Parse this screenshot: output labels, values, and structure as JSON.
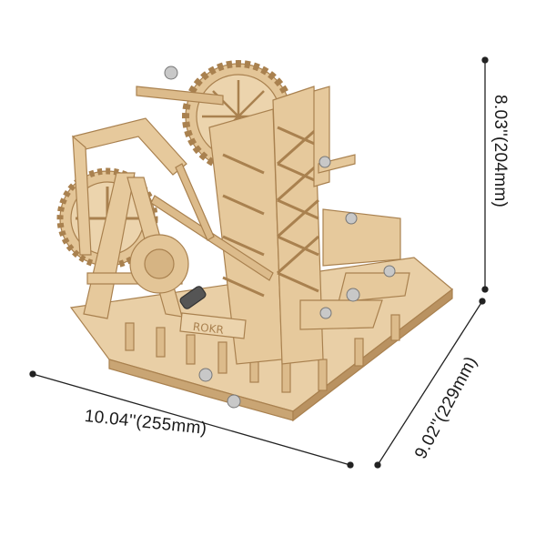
{
  "dimensions": {
    "width": "10.04''(255mm)",
    "depth": "9.02''(229mm)",
    "height": "8.03''(204mm)"
  },
  "model": {
    "brand_engraving": "ROKR"
  },
  "colors": {
    "wood": "#e9cfa6",
    "wood_dark": "#c9a574",
    "wood_edge": "#a9814f",
    "line": "#222222"
  }
}
